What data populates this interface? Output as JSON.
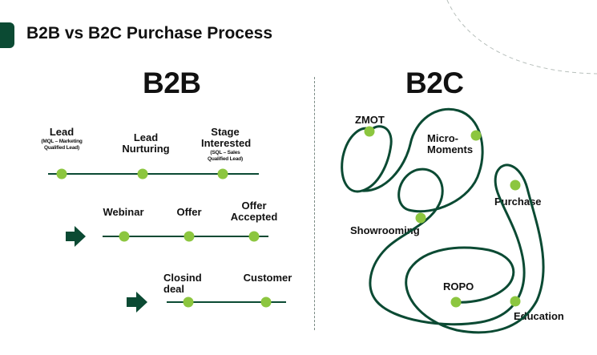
{
  "page": {
    "title": "B2B vs B2C Purchase Process"
  },
  "b2b": {
    "title": "B2B",
    "row1": {
      "lead": {
        "label": "Lead",
        "note": "(MQL – Marketing Qualified Lead)"
      },
      "nurturing": {
        "label": "Lead Nurturing"
      },
      "interested": {
        "label": "Stage Interested",
        "note": "(SQL – Sales Qualified Lead)"
      }
    },
    "row2": {
      "webinar": "Webinar",
      "offer": "Offer",
      "accepted": "Offer Accepted"
    },
    "row3": {
      "closing": "Closind deal",
      "customer": "Customer"
    }
  },
  "b2c": {
    "title": "B2C",
    "touchpoints": {
      "zmot": "ZMOT",
      "micro_moments": "Micro-Moments",
      "purchase": "Purchase",
      "showrooming": "Showrooming",
      "ropo": "ROPO",
      "education": "Education"
    }
  },
  "colors": {
    "dark_green": "#0b4a33",
    "node_green": "#8cc63f",
    "divider": "#7a8a84"
  }
}
